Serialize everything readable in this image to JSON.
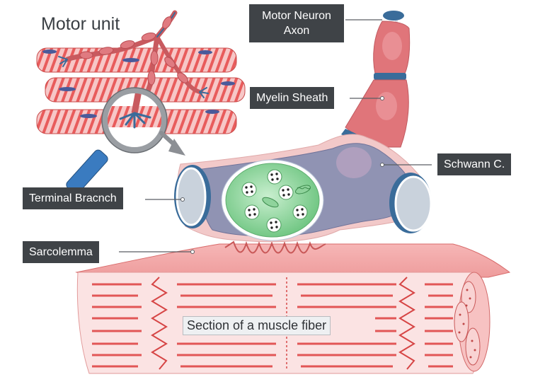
{
  "title": "Motor unit",
  "labels": {
    "motor_neuron_axon": "Motor Neuron Axon",
    "myelin_sheath": "Myelin Sheath",
    "schwann_cell": "Schwann C.",
    "terminal_branch": "Terminal Bracnch",
    "sarcolemma": "Sarcolemma",
    "muscle_fiber_section": "Section of a muscle fiber"
  },
  "colors": {
    "label_bg": "#3f4347",
    "muscle_pink": "#f2a0a0",
    "muscle_stripe": "#e04a4a",
    "myelin": "#e0757a",
    "node_blue": "#3a6c9a",
    "schwann_gray": "#8f92b0",
    "vesicle_green": "#7fd08f"
  }
}
